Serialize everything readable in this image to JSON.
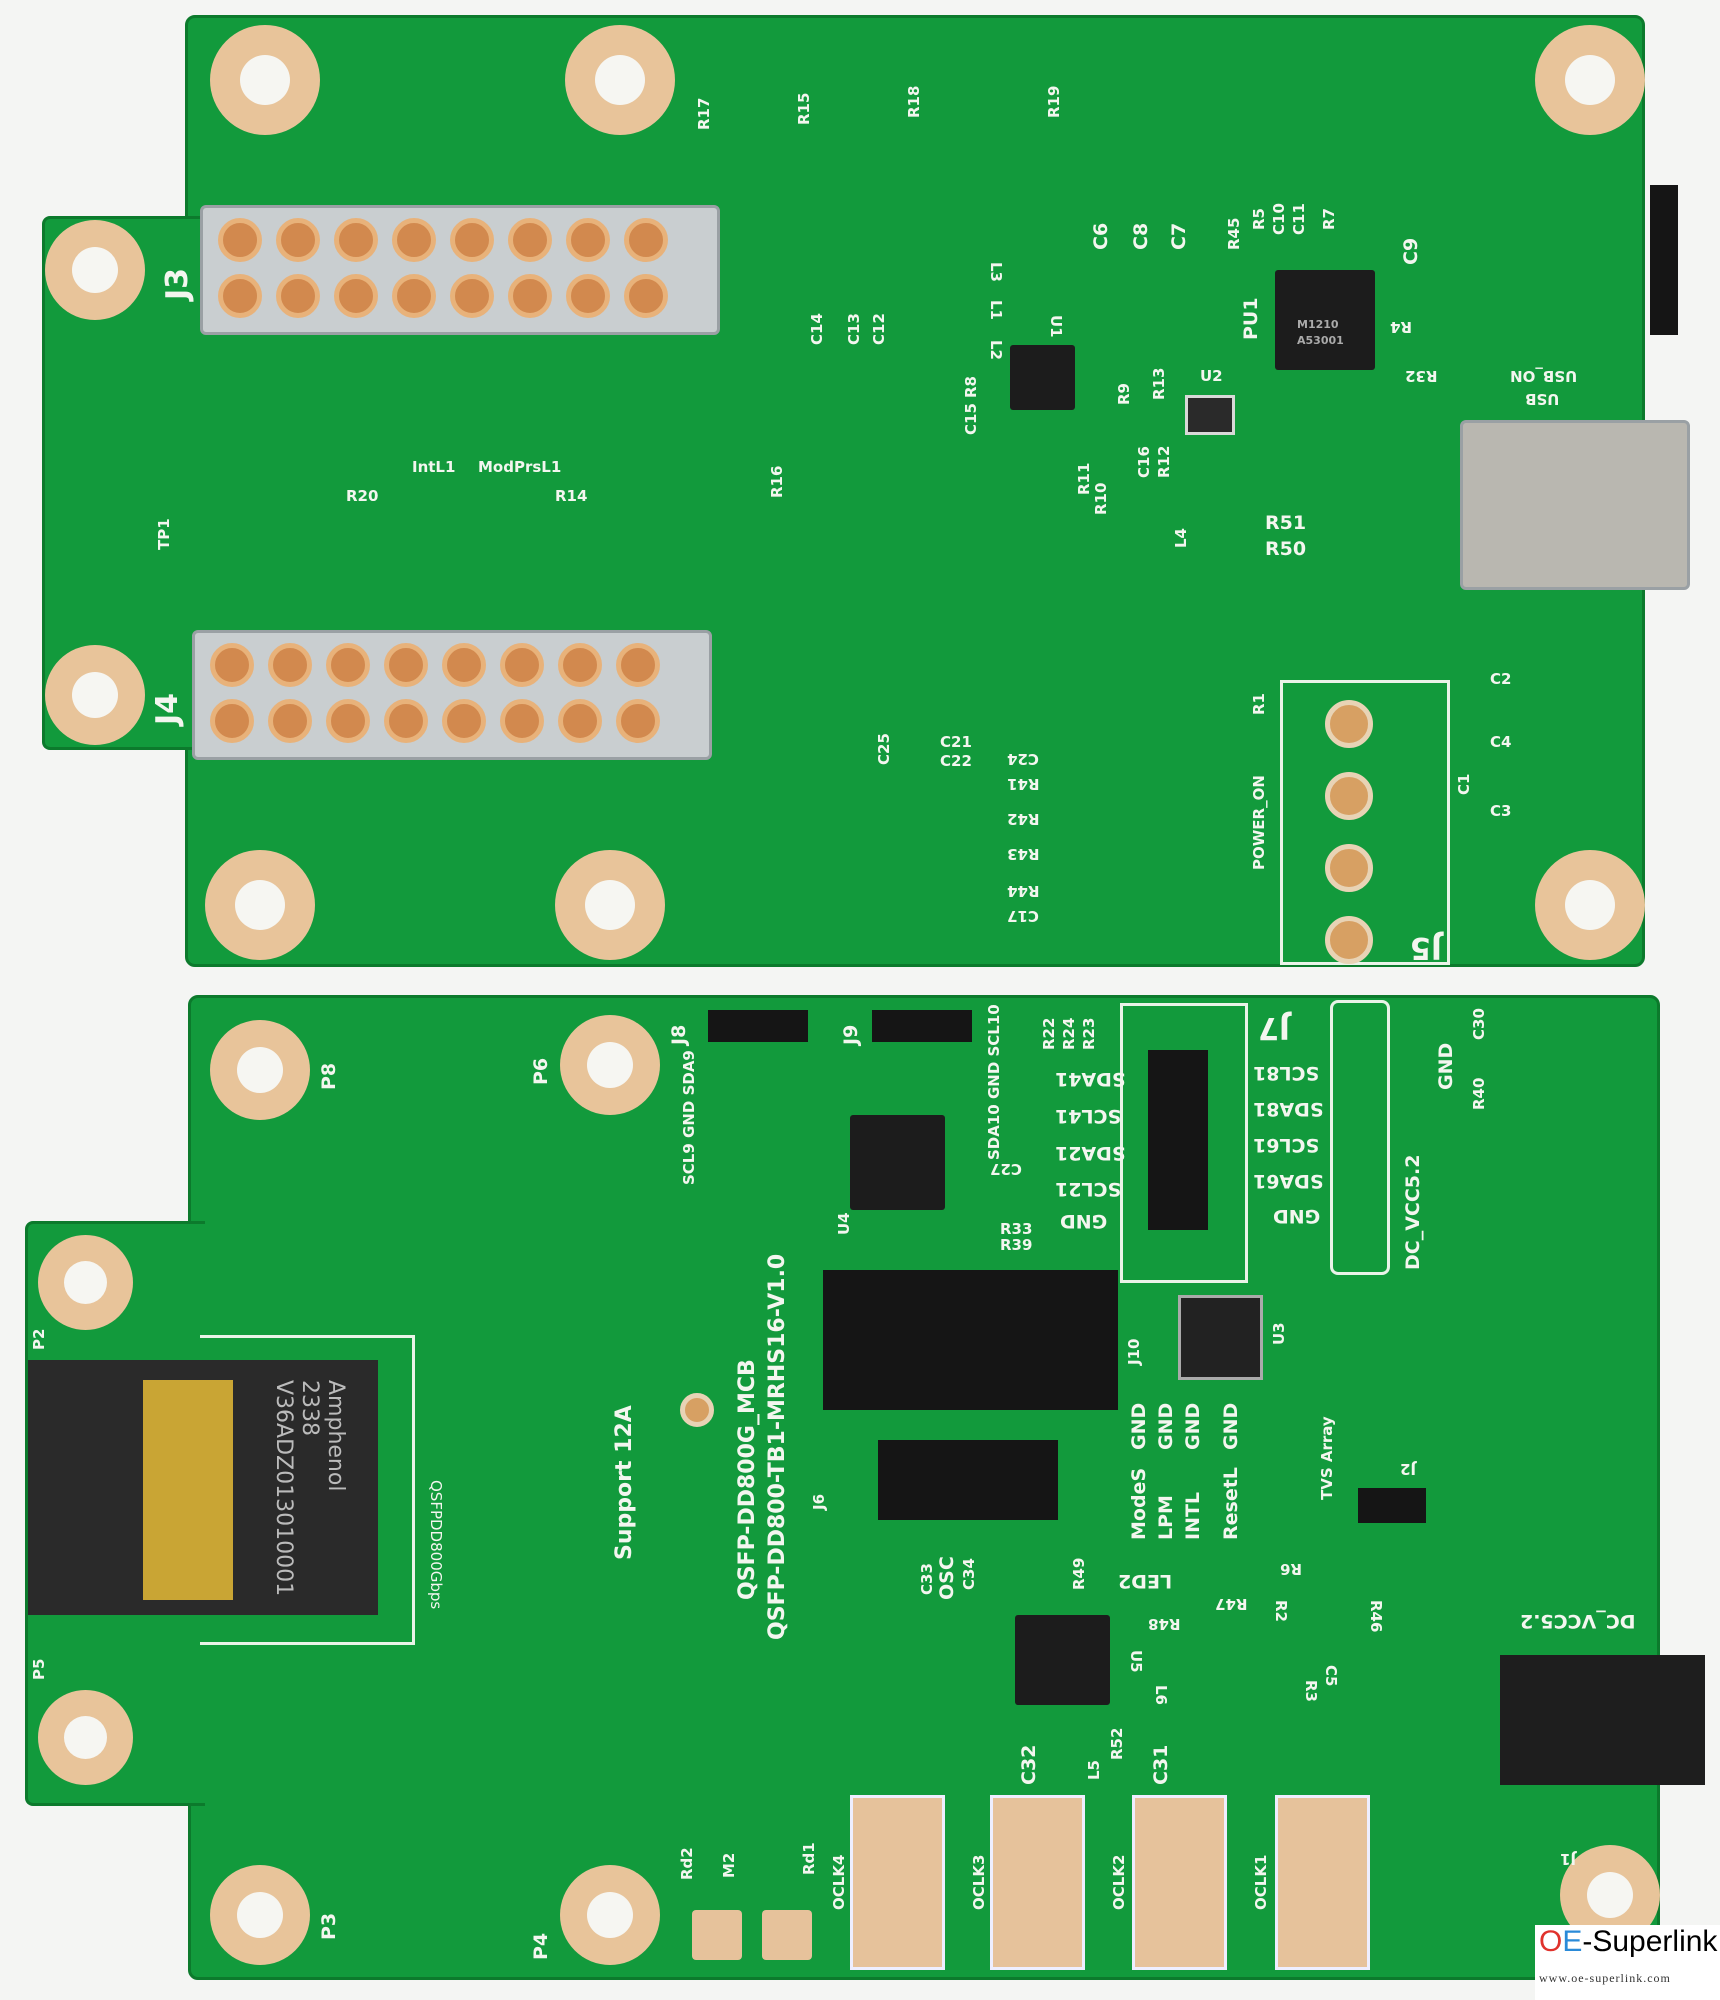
{
  "top_board": {
    "labels": {
      "J3": "J3",
      "J4": "J4",
      "J5": "J5",
      "TP1": "TP1",
      "IntL1": "IntL1",
      "ModPrsL1": "ModPrsL1",
      "R20": "R20",
      "R14": "R14",
      "R16": "R16",
      "R17": "R17",
      "R15": "R15",
      "R18": "R18",
      "R19": "R19",
      "C6": "C6",
      "C8": "C8",
      "C7": "C7",
      "R45": "R45",
      "R5": "R5",
      "C10": "C10",
      "C11": "C11",
      "R7": "R7",
      "C9": "C9",
      "PU1": "PU1",
      "R4": "R4",
      "R32": "R32",
      "USB_ON": "USB_ON",
      "USB": "USB",
      "L3": "L3",
      "L1": "L1",
      "L2": "L2",
      "U1": "U1",
      "C14": "C14",
      "C13": "C13",
      "C12": "C12",
      "R8": "R8",
      "C15": "C15",
      "R9": "R9",
      "R13": "R13",
      "U2": "U2",
      "C16": "C16",
      "R12": "R12",
      "R11": "R11",
      "R10": "R10",
      "L4": "L4",
      "R51": "R51",
      "R50": "R50",
      "C2": "C2",
      "C4": "C4",
      "C1": "C1",
      "C3": "C3",
      "R1": "R1",
      "POWER_ON": "POWER_ON",
      "C25": "C25",
      "C21": "C21",
      "C22": "C22",
      "C24": "C24",
      "R41": "R41",
      "R42": "R42",
      "R43": "R43",
      "R44": "R44",
      "C17": "C17"
    },
    "chip_marking": [
      "M1210",
      "A53001"
    ]
  },
  "bottom_board": {
    "labels": {
      "P8": "P8",
      "P6": "P6",
      "J8": "J8",
      "J8_pins": "SCL9 GND SDA9",
      "J9": "J9",
      "J9_pins": "SDA10 GND SCL10",
      "R22": "R22",
      "R24": "R24",
      "R23": "R23",
      "J7": "J7",
      "SCL81": "SCL81",
      "SDA81": "SDA81",
      "SCL61": "SCL61",
      "SDA61": "SDA61",
      "GND_J7": "GND",
      "SDA41": "SDA41",
      "SCL41": "SCL41",
      "SDA21": "SDA21",
      "SCL21": "SCL21",
      "GND_L": "GND",
      "C30": "C30",
      "R40": "R40",
      "GND_R": "GND",
      "DC1": "DC_VCC5.2",
      "U4": "U4",
      "C27": "C27",
      "R33": "R33",
      "R39": "R39",
      "J10": "J10",
      "U3": "U3",
      "TVS": "TVS Array",
      "J2": "J2",
      "ModeS": "ModeS",
      "LPM": "LPM",
      "INTL": "INTL",
      "ResetL": "ResetL",
      "GND": "GND",
      "J6": "J6",
      "OSC": "OSC",
      "C33": "C33",
      "C34": "C34",
      "LED2": "LED2",
      "R49": "R49",
      "R47": "R47",
      "R48": "R48",
      "R2": "R2",
      "R6": "R6",
      "R46": "R46",
      "C5": "C5",
      "R3": "R3",
      "U5": "U5",
      "L6": "L6",
      "L5": "L5",
      "C32": "C32",
      "R52": "R52",
      "C31": "C31",
      "DC2": "DC_VCC5.2",
      "J1": "J1",
      "OCLK1": "OCLK1",
      "OCLK2": "OCLK2",
      "OCLK3": "OCLK3",
      "OCLK4": "OCLK4",
      "Rd1": "Rd1",
      "Rd2": "Rd2",
      "M2": "M2",
      "P2": "P2",
      "P3": "P3",
      "P4": "P4",
      "P5": "P5",
      "QSFP": "QSFPDD800Gbps",
      "Support": "Support 12A",
      "Board1": "QSFP-DD800G_MCB",
      "Board2": "QSFP-DD800-TB1-MRHS16-V1.0"
    },
    "connector_marking": [
      "Amphenol",
      "2338",
      "V36ADZ013010001"
    ]
  },
  "watermark": {
    "brand_o": "O",
    "brand_e": "E",
    "brand_rest": "-Superlink",
    "url": "www.oe-superlink.com",
    "color_o": "#e0322c",
    "color_e": "#2a8ad8"
  }
}
